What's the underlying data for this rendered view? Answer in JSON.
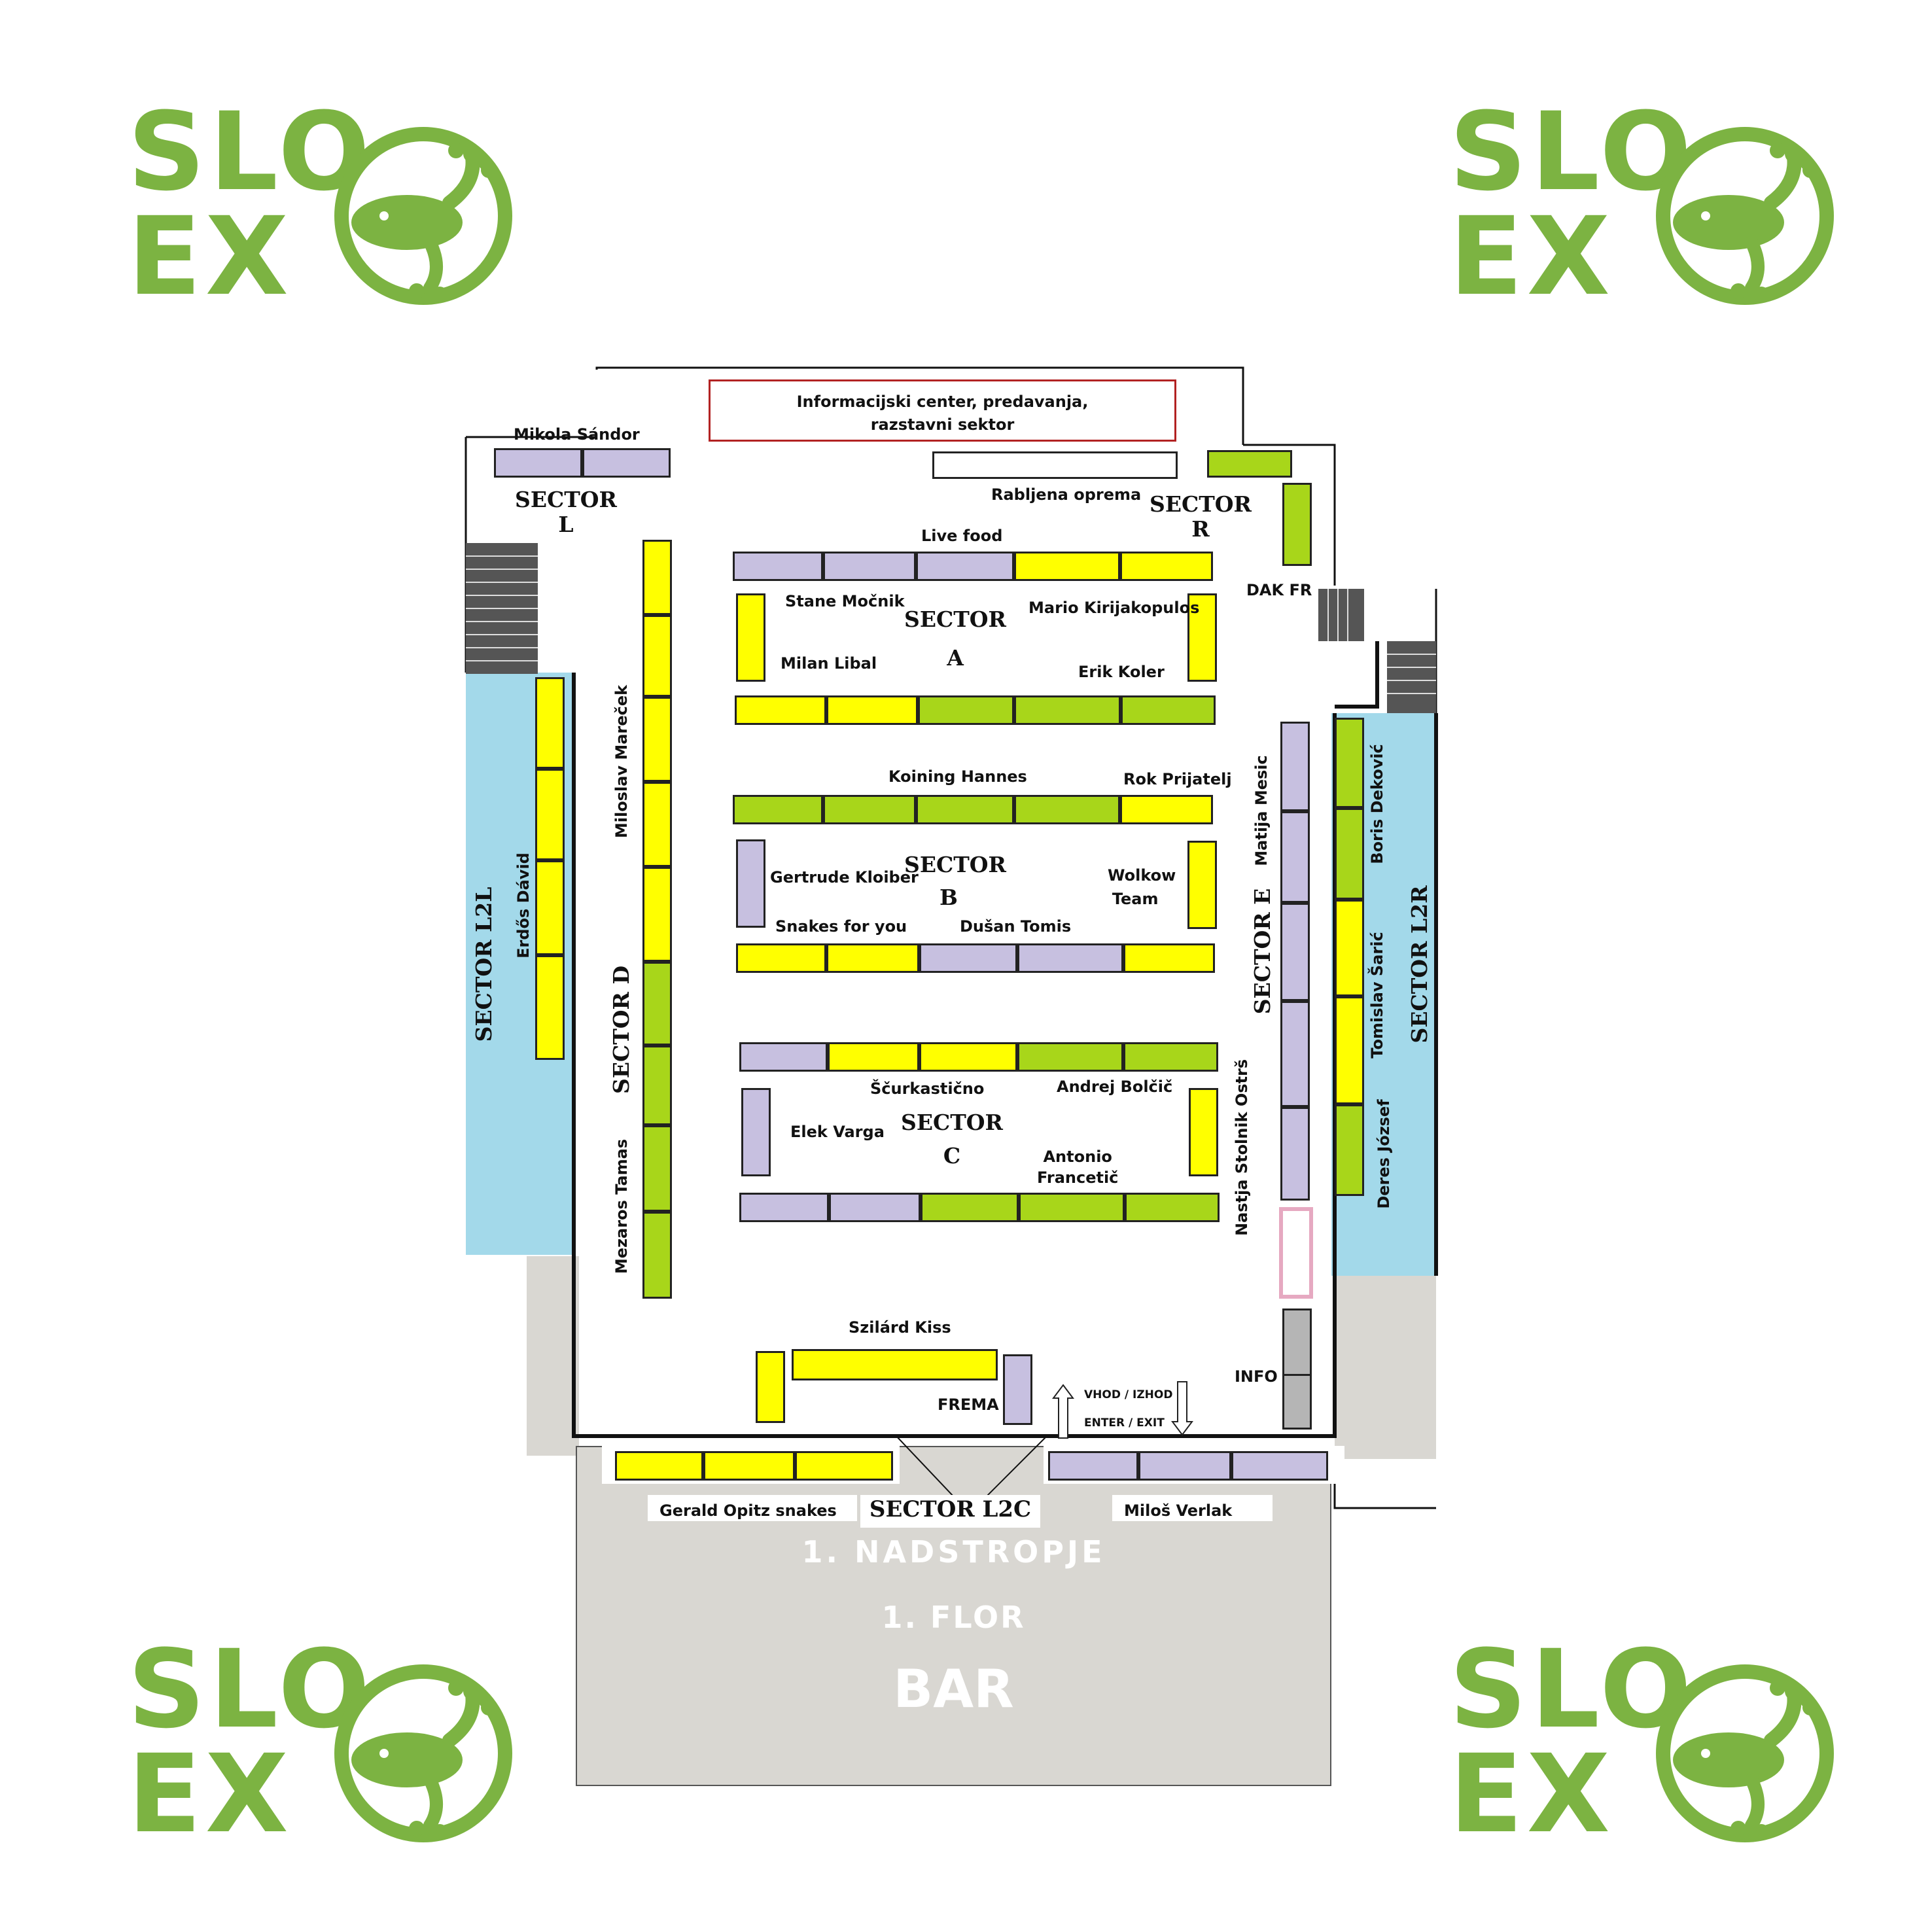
{
  "logo": {
    "line1": "SLO",
    "line2": "EX"
  },
  "colors": {
    "green_logo": "#7cb342",
    "booth_yellow": "#ffff00",
    "booth_green": "#a8d61a",
    "booth_lavender": "#c7c0e0",
    "zone_blue": "#a3d9ea",
    "floor_gray": "#d9d7d2",
    "info_gray": "#b5b5b5",
    "info_center_border": "#b22222"
  },
  "info_center": {
    "line1": "Informacijski center, predavanja,",
    "line2": "razstavni sektor"
  },
  "sectors": {
    "L": {
      "line1": "SECTOR",
      "line2": "L"
    },
    "R": {
      "line1": "SECTOR",
      "line2": "R"
    },
    "A": {
      "line1": "SECTOR",
      "line2": "A"
    },
    "B": {
      "line1": "SECTOR",
      "line2": "B"
    },
    "C": {
      "line1": "SECTOR",
      "line2": "C"
    },
    "D": "SECTOR  D",
    "E": "SECTOR  E",
    "L2L": "SECTOR  L2L",
    "L2R": "SECTOR  L2R",
    "L2C": "SECTOR  L2C"
  },
  "exhibitors": {
    "mikola": "Mikola Sándor",
    "rabljena": "Rabljena oprema",
    "live_food": "Live food",
    "dak": "DAK FR",
    "stane": "Stane Močnik",
    "mario": "Mario Kirijakopulos",
    "milan": "Milan Libal",
    "erik": "Erik Koler",
    "koining": "Koining Hannes",
    "rok": "Rok Prijatelj",
    "gertrude": "Gertrude Kloiber",
    "wolkow1": "Wolkow",
    "wolkow2": "Team",
    "snakes": "Snakes for you",
    "dusan": "Dušan Tomis",
    "scurk": "Ščurkastično",
    "andrej": "Andrej Bolčič",
    "elek": "Elek Varga",
    "antonio1": "Antonio",
    "antonio2": "Francetič",
    "miloslav": "Miloslav Mareček",
    "mezaros": "Mezaros Tamas",
    "erdos": "Erdős Dávid",
    "matija": "Matija Mesic",
    "nastja": "Nastja Stolnik Ostrš",
    "boris": "Boris Deković",
    "tomislav": "Tomislav Šarić",
    "deres": "Deres József",
    "szilard": "Szilárd Kiss",
    "frema": "FREMA",
    "info": "INFO",
    "gerald": "Gerald Opitz snakes",
    "milos": "Miloš Verlak"
  },
  "entrance": {
    "line1": "VHOD / IZHOD",
    "line2": "ENTER / EXIT"
  },
  "floor": {
    "line1": "1. NADSTROPJE",
    "line2": "1. FLOR",
    "bar": "BAR"
  }
}
